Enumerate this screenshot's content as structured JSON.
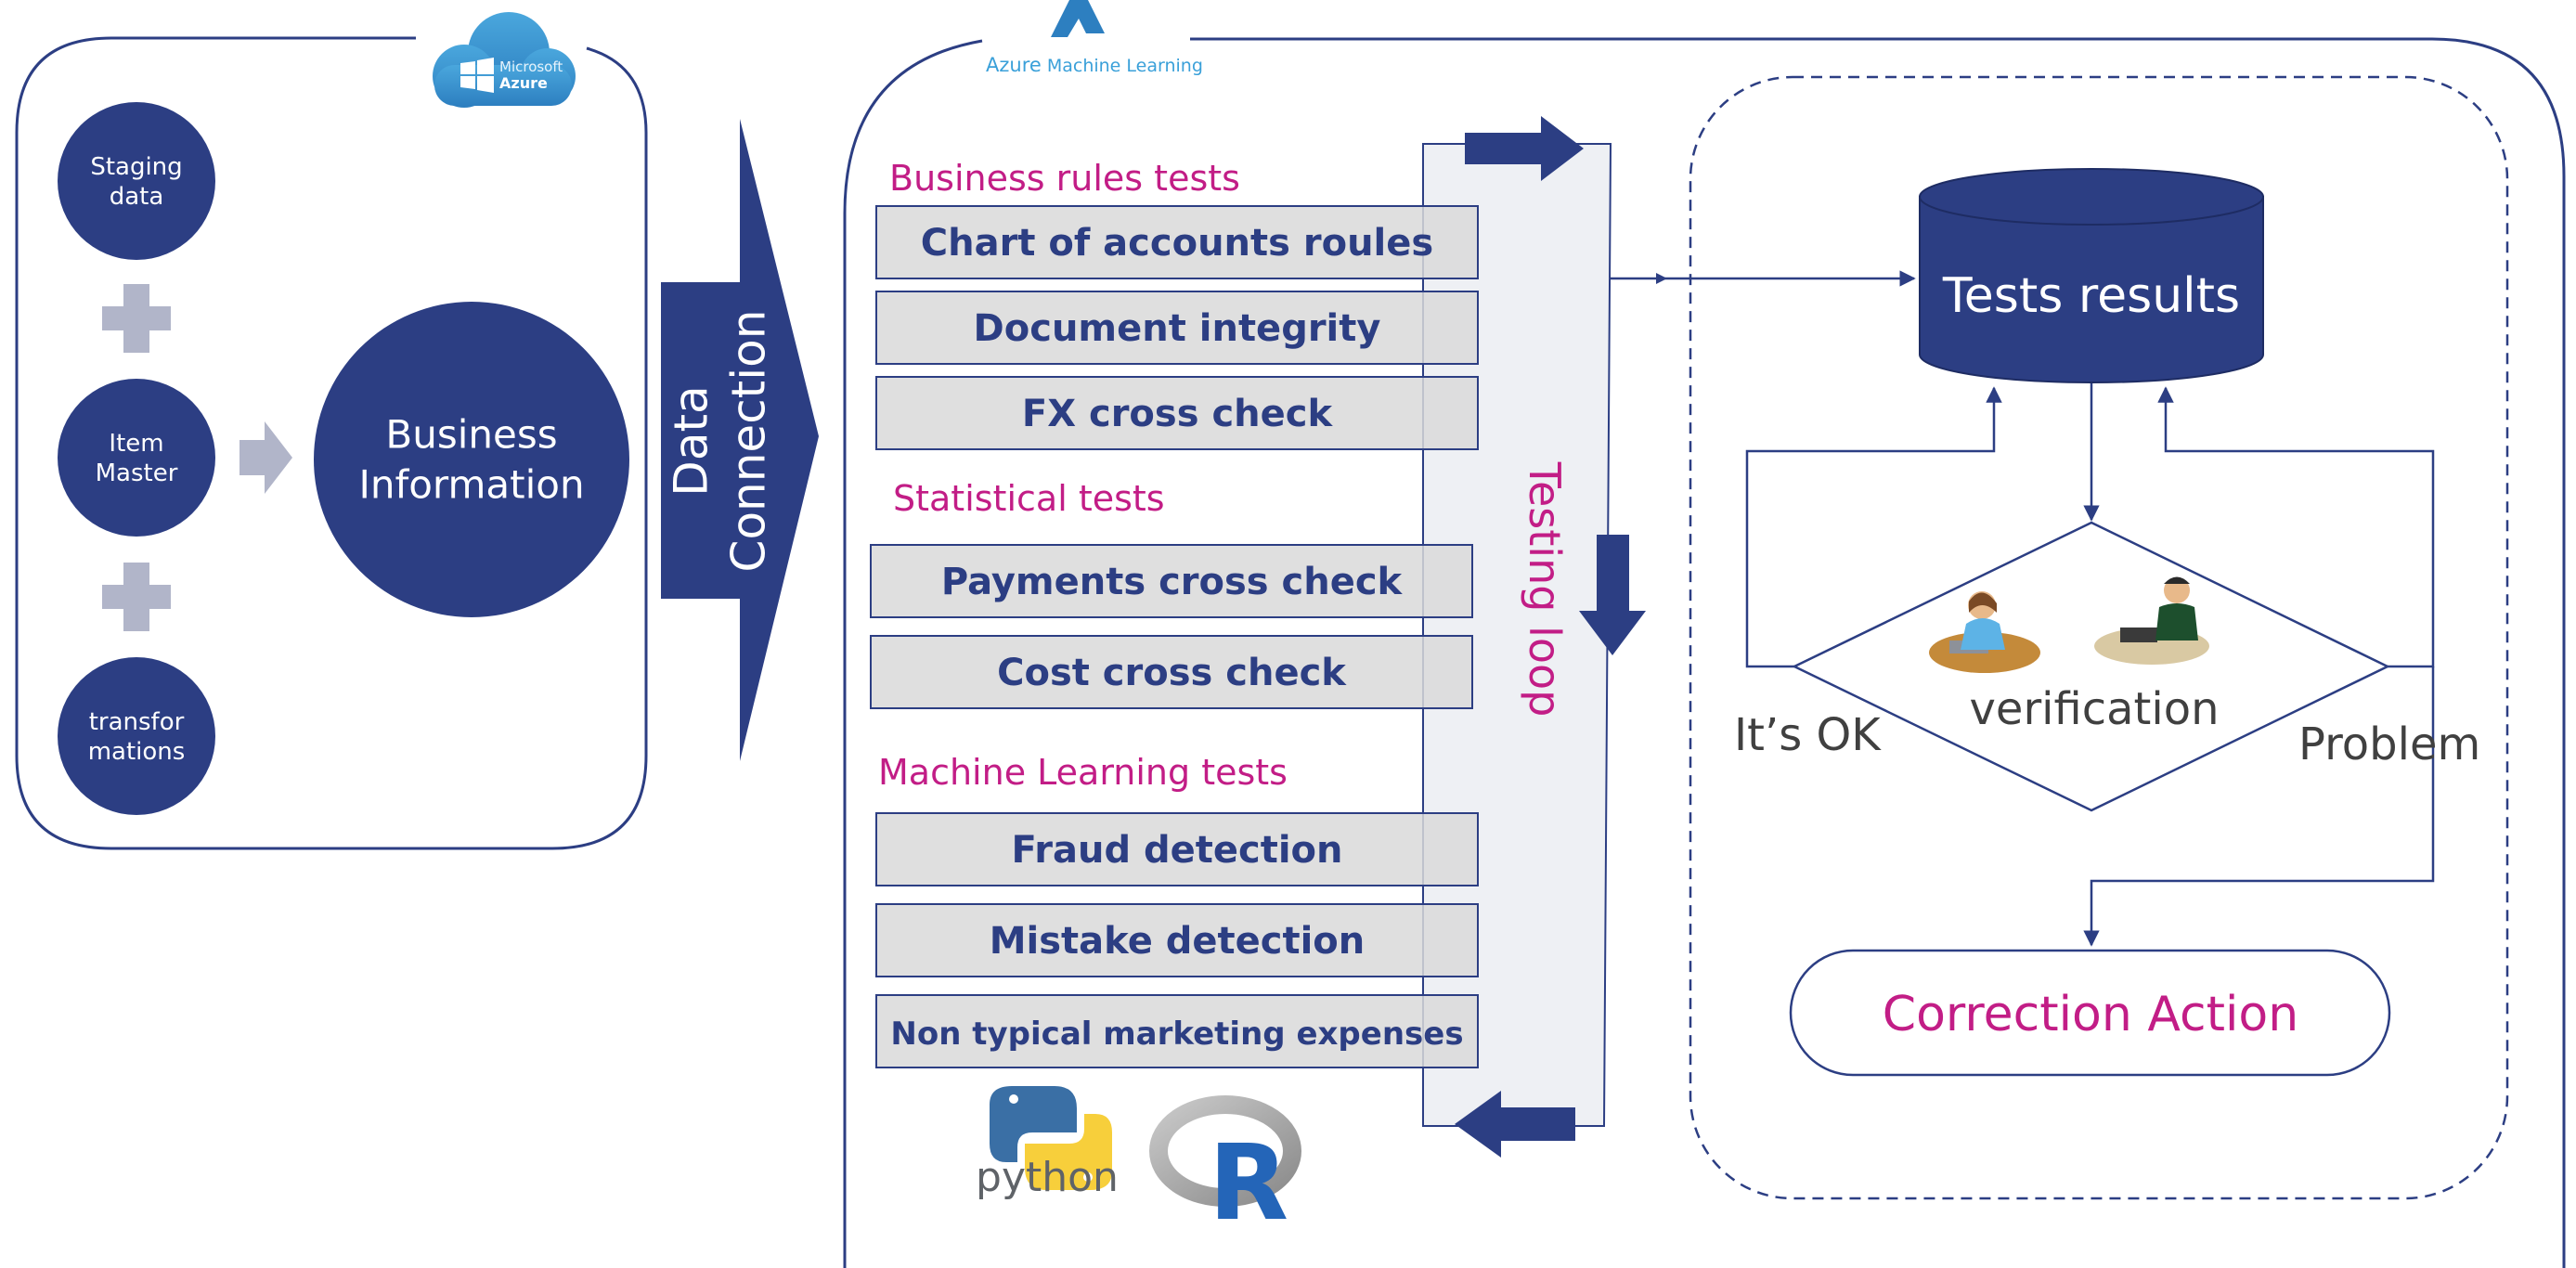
{
  "left_panel": {
    "cloud_logo": {
      "line1": "Microsoft",
      "line2": "Azure"
    },
    "sources": [
      "Staging\ndata",
      "Item\nMaster",
      "transfor\nmations"
    ],
    "business_info": "Business\nInformation"
  },
  "data_connection": "Data\nConnection",
  "azure_ml": {
    "brand": "Azure",
    "rest": " Machine Learning"
  },
  "test_groups": [
    {
      "title": "Business rules tests",
      "items": [
        "Chart of accounts roules",
        "Document integrity",
        "FX cross check"
      ]
    },
    {
      "title": "Statistical tests",
      "items": [
        "Payments cross check",
        "Cost cross check"
      ]
    },
    {
      "title": "Machine Learning tests",
      "items": [
        "Fraud detection",
        "Mistake detection",
        "Non typical marketing expenses"
      ]
    }
  ],
  "testing_loop": "Testing loop",
  "results": {
    "db_label": "Tests results",
    "verification": "verification",
    "ok_label": "It’s OK",
    "problem_label": "Problem",
    "correction": "Correction Action"
  },
  "logos": {
    "python_text": "python",
    "r_text": "R"
  },
  "colors": {
    "navy": "#2c3e83",
    "magenta": "#c21d86",
    "gray_box": "#d9d9d9",
    "light_plus": "#b1b5c9",
    "text_gray": "#404040",
    "azure_blue": "#3aa0d9"
  }
}
